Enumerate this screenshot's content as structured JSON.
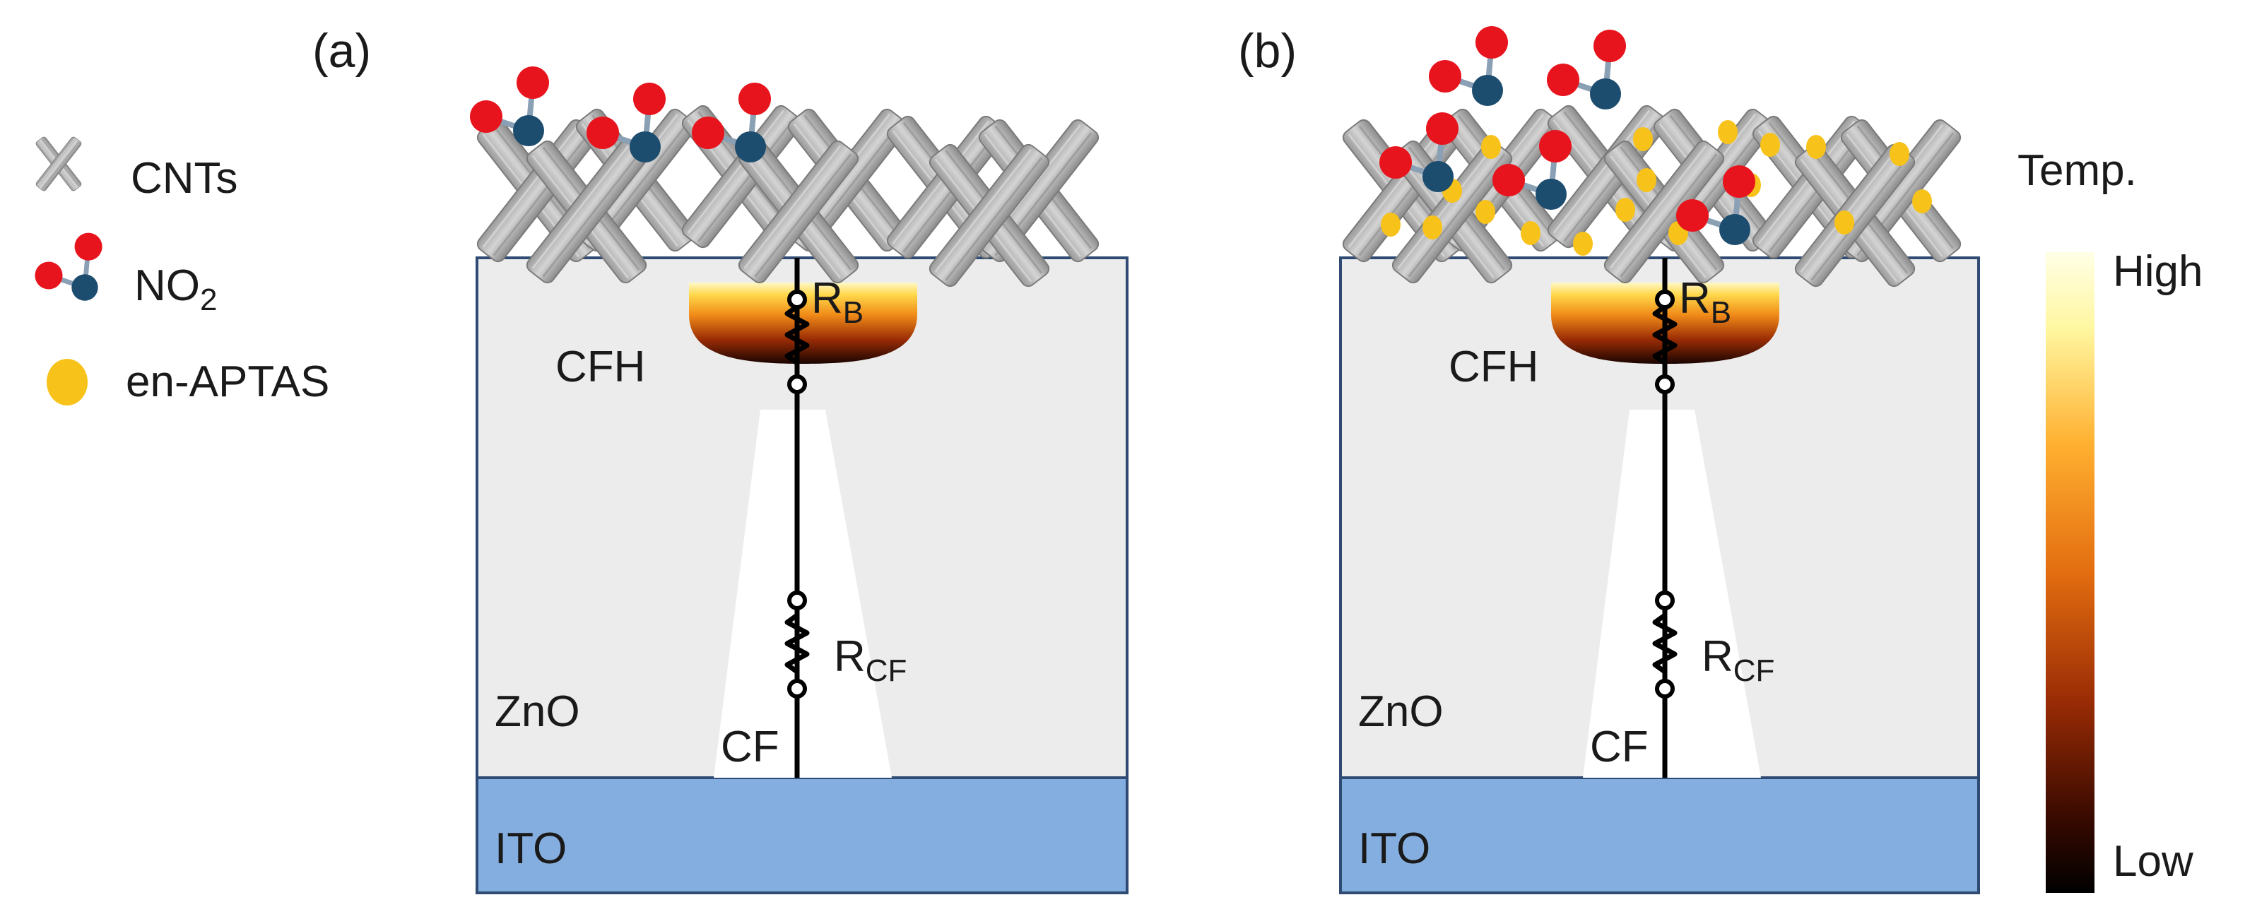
{
  "panels": [
    {
      "label": "(a)",
      "zno": "ZnO",
      "ito": "ITO",
      "cf": "CF",
      "cfh": "CFH",
      "rb_main": "R",
      "rb_sub": "B",
      "rcf_main": "R",
      "rcf_sub": "CF"
    },
    {
      "label": "(b)",
      "zno": "ZnO",
      "ito": "ITO",
      "cf": "CF",
      "cfh": "CFH",
      "rb_main": "R",
      "rb_sub": "B",
      "rcf_main": "R",
      "rcf_sub": "CF"
    }
  ],
  "legend": {
    "cnt": "CNTs",
    "no2_main": "NO",
    "no2_sub": "2",
    "aptas": "en-APTAS"
  },
  "colorbar": {
    "title": "Temp.",
    "high": "High",
    "low": "Low"
  },
  "colors": {
    "zno": "#ececec",
    "ito": "#85aee0",
    "border": "#2f4a73",
    "oxygen": "#e8141d",
    "nitrogen": "#1c4c6e",
    "aptas": "#f7c21a",
    "cnt": "#8a8a8a"
  }
}
